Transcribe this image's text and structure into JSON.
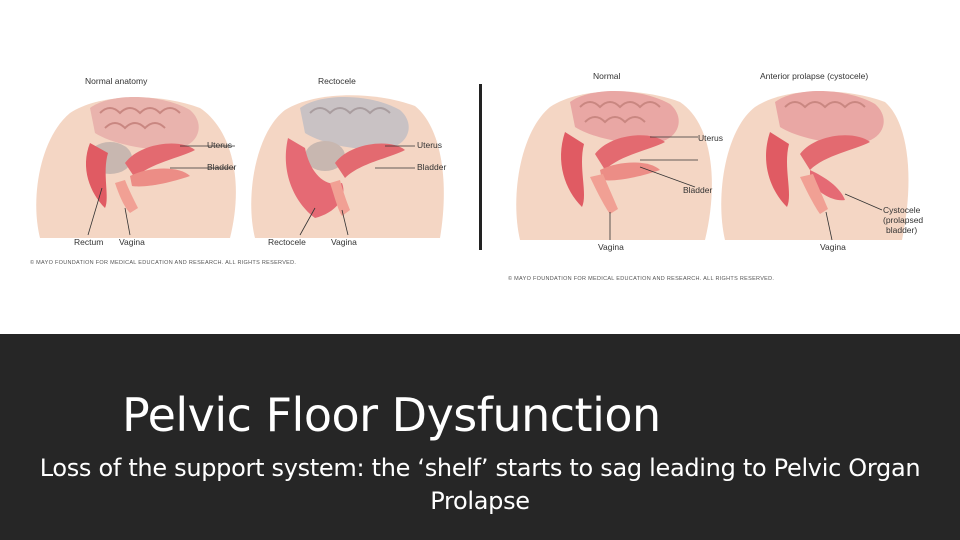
{
  "left_figure": {
    "normal_heading": "Normal anatomy",
    "rectocele_heading": "Rectocele",
    "normal_labels": {
      "uterus": "Uterus",
      "bladder": "Bladder",
      "rectum": "Rectum",
      "vagina": "Vagina"
    },
    "rectocele_labels": {
      "uterus": "Uterus",
      "bladder": "Bladder",
      "rectocele": "Rectocele",
      "vagina": "Vagina"
    },
    "copyright": "© MAYO FOUNDATION FOR MEDICAL EDUCATION AND RESEARCH. ALL RIGHTS RESERVED."
  },
  "right_figure": {
    "normal_heading": "Normal",
    "prolapse_heading": "Anterior prolapse (cystocele)",
    "labels": {
      "uterus": "Uterus",
      "bladder": "Bladder",
      "vagina_left": "Vagina",
      "vagina_right": "Vagina",
      "cystocele_1": "Cystocele",
      "cystocele_2": "(prolapsed",
      "cystocele_3": "bladder)"
    },
    "copyright": "© MAYO FOUNDATION FOR MEDICAL EDUCATION AND RESEARCH. ALL RIGHTS RESERVED."
  },
  "title": "Pelvic Floor Dysfunction",
  "subtitle": "Loss of the support system: the ‘shelf’ starts to sag leading to Pelvic Organ Prolapse",
  "colors": {
    "bottom_band": "#262626",
    "skin": "#f3d3c0",
    "organ": "#e8747a",
    "brain_fold": "#e7a9a6"
  }
}
